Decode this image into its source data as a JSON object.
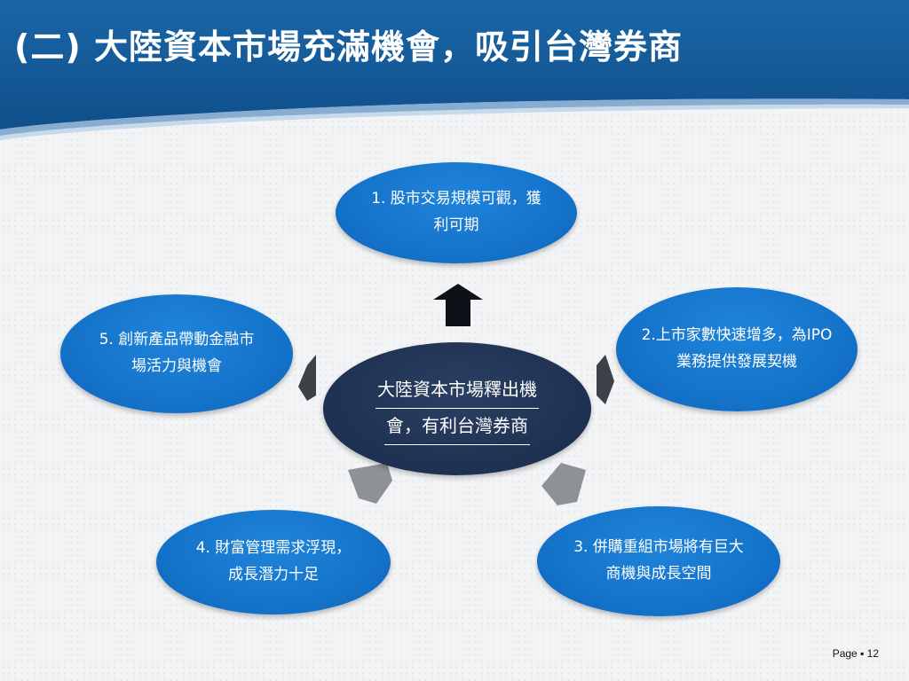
{
  "slide": {
    "title": "(二) 大陸資本市場充滿機會，吸引台灣券商"
  },
  "diagram": {
    "center": {
      "line1": "大陸資本市場釋出機",
      "line2": "會，有利台灣券商"
    },
    "nodes": [
      {
        "label": "1. 股市交易規模可觀，獲利可期"
      },
      {
        "label": "2.上市家數快速增多，為IPO業務提供發展契機"
      },
      {
        "label": "3. 併購重組市場將有巨大商機與成長空間"
      },
      {
        "label": "4. 財富管理需求浮現，成長潛力十足"
      },
      {
        "label": "5. 創新產品帶動金融市場活力與機會"
      }
    ]
  },
  "footer": {
    "page_label": "Page ▪ 12"
  },
  "colors": {
    "header": "#1565a8",
    "node_blue": "#1370c7",
    "center_dark": "#1d2f4f",
    "arrow_dark": "#0e1117",
    "arrow_gray": "#8e9296"
  }
}
